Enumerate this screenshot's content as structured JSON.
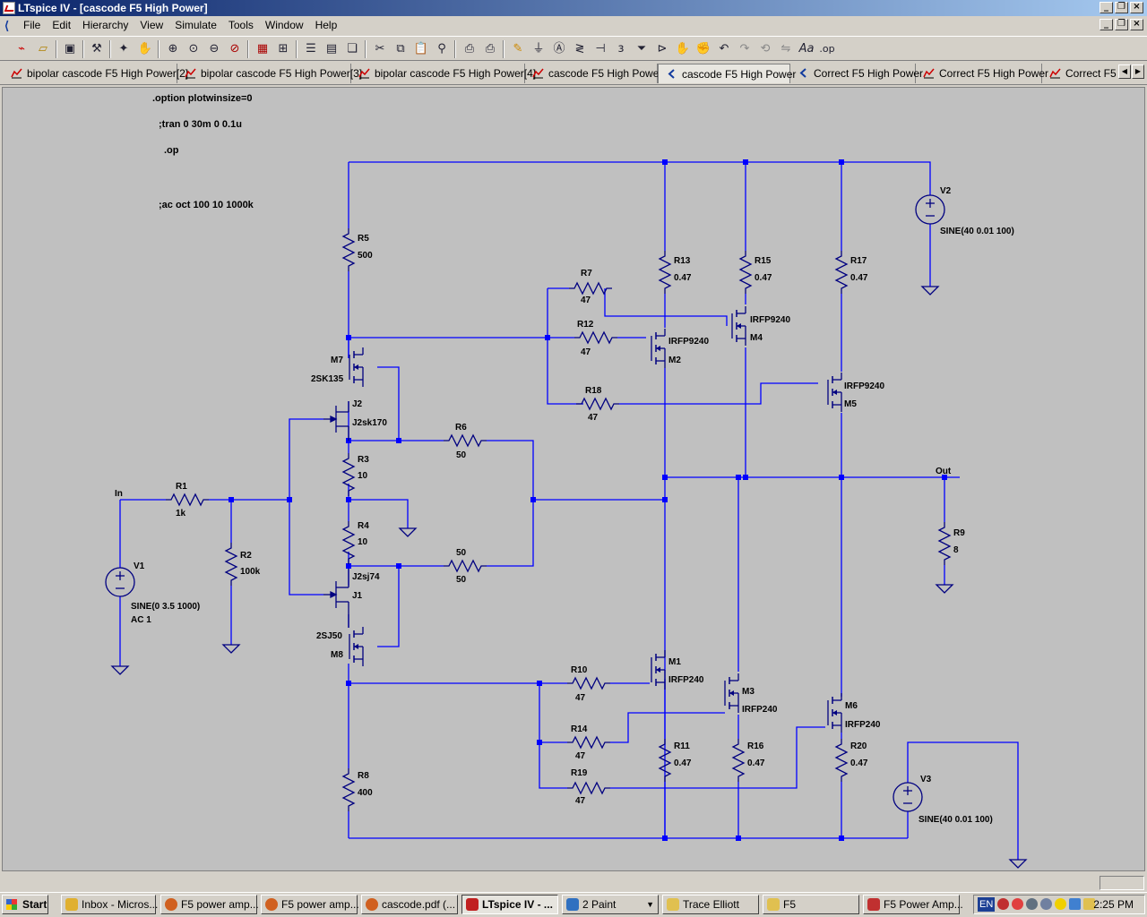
{
  "window": {
    "title": "LTspice IV - [cascode F5 High Power]"
  },
  "menu": {
    "items": [
      "File",
      "Edit",
      "Hierarchy",
      "View",
      "Simulate",
      "Tools",
      "Window",
      "Help"
    ]
  },
  "toolbar": {
    "icons": [
      "new-schematic-icon",
      "open-icon",
      "save-icon",
      "control-panel-icon",
      "run-icon",
      "halt-icon",
      "zoom-in-icon",
      "zoom-pan-icon",
      "zoom-out-icon",
      "zoom-cancel-icon",
      "autorange-icon",
      "view-netlist-icon",
      "tile-horizontal-icon",
      "tile-vertical-icon",
      "cascade-icon",
      "cut-icon",
      "copy-icon",
      "paste-icon",
      "find-icon",
      "print-setup-icon",
      "print-icon",
      "draw-wire-icon",
      "ground-icon",
      "label-net-icon",
      "resistor-icon",
      "capacitor-icon",
      "inductor-icon",
      "diode-icon",
      "component-icon",
      "move-icon",
      "drag-icon",
      "undo-icon",
      "redo-icon",
      "rotate-icon",
      "mirror-icon",
      "text-icon",
      "spice-directive-icon"
    ]
  },
  "tabs": [
    {
      "label": "bipolar cascode F5 High Power[2]",
      "kind": "plot"
    },
    {
      "label": "bipolar cascode F5 High Power[3]",
      "kind": "plot"
    },
    {
      "label": "bipolar cascode F5 High Power[4]",
      "kind": "plot"
    },
    {
      "label": "cascode F5 High Power",
      "kind": "plot"
    },
    {
      "label": "cascode F5 High Power",
      "kind": "schematic",
      "active": true
    },
    {
      "label": "Correct F5 High Power",
      "kind": "schematic"
    },
    {
      "label": "Correct F5 High Power",
      "kind": "plot"
    },
    {
      "label": "Correct F5",
      "kind": "plot"
    }
  ],
  "directives": [
    ".option plotwinsize=0",
    ";tran 0 30m 0 0.1u",
    ".op",
    ";ac oct 100 10 1000k"
  ],
  "components": {
    "R5": {
      "name": "R5",
      "value": "500"
    },
    "R13": {
      "name": "R13",
      "value": "0.47"
    },
    "R15": {
      "name": "R15",
      "value": "0.47"
    },
    "R17": {
      "name": "R17",
      "value": "0.47"
    },
    "R7": {
      "name": "R7",
      "value": "47"
    },
    "R12": {
      "name": "R12",
      "value": "47"
    },
    "R18": {
      "name": "R18",
      "value": "47"
    },
    "R6": {
      "name": "R6",
      "value": "50"
    },
    "R3": {
      "name": "R3",
      "value": "10"
    },
    "R4": {
      "name": "R4",
      "value": "10"
    },
    "RB": {
      "name": "50",
      "value": "50"
    },
    "R1": {
      "name": "R1",
      "value": "1k"
    },
    "R2": {
      "name": "R2",
      "value": "100k"
    },
    "R9": {
      "name": "R9",
      "value": "8"
    },
    "R10": {
      "name": "R10",
      "value": "47"
    },
    "R14": {
      "name": "R14",
      "value": "47"
    },
    "R19": {
      "name": "R19",
      "value": "47"
    },
    "R11": {
      "name": "R11",
      "value": "0.47"
    },
    "R16": {
      "name": "R16",
      "value": "0.47"
    },
    "R20": {
      "name": "R20",
      "value": "0.47"
    },
    "R8": {
      "name": "R8",
      "value": "400"
    },
    "M7": {
      "name": "M7",
      "value": "2SK135"
    },
    "J2": {
      "name": "J2",
      "value": "J2sk170"
    },
    "J1": {
      "name": "J1",
      "value": "J2sj74"
    },
    "M8": {
      "name": "M8",
      "value": "2SJ50"
    },
    "M2": {
      "name": "M2",
      "value": "IRFP9240"
    },
    "M4": {
      "name": "M4",
      "value": "IRFP9240"
    },
    "M5": {
      "name": "M5",
      "value": "IRFP9240"
    },
    "M1": {
      "name": "M1",
      "value": "IRFP240"
    },
    "M3": {
      "name": "M3",
      "value": "IRFP240"
    },
    "M6": {
      "name": "M6",
      "value": "IRFP240"
    },
    "V1": {
      "name": "V1",
      "value": "SINE(0 3.5 1000)",
      "value2": "AC 1"
    },
    "V2": {
      "name": "V2",
      "value": "SINE(40 0.01 100)"
    },
    "V3": {
      "name": "V3",
      "value": "SINE(40 0.01 100)"
    }
  },
  "net_labels": {
    "in": "In",
    "out": "Out"
  },
  "colors": {
    "wire": "#0000ff",
    "schematic_bg": "#c0c0c0",
    "component": "#000080",
    "title_gradient_start": "#0a246a"
  },
  "taskbar": {
    "start": "Start",
    "tasks": [
      {
        "label": "Inbox - Micros...",
        "color": "#e0b030"
      },
      {
        "label": "F5 power amp...",
        "color": "#d06020"
      },
      {
        "label": "F5 power amp...",
        "color": "#d06020"
      },
      {
        "label": "cascode.pdf (...",
        "color": "#d06020"
      },
      {
        "label": "LTspice IV - ...",
        "color": "#c02020",
        "active": true
      },
      {
        "label": "2 Paint",
        "color": "#3070c0"
      },
      {
        "label": "Trace Elliott",
        "color": "#e0c050"
      },
      {
        "label": "F5",
        "color": "#e0c050"
      },
      {
        "label": "F5 Power Amp...",
        "color": "#c03030"
      }
    ],
    "language": "EN",
    "clock": "2:25 PM"
  }
}
